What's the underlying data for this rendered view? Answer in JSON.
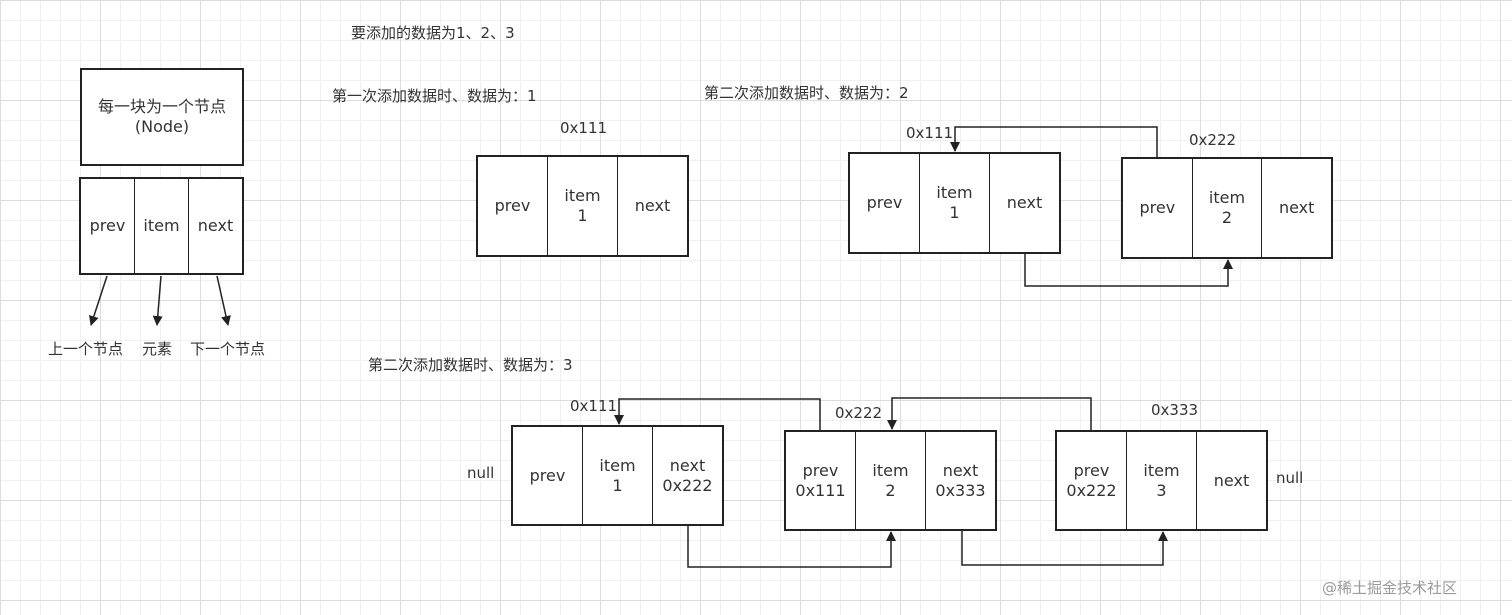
{
  "header": "要添加的数据为1、2、3",
  "legend": {
    "title": "每一块为一个节点\n(Node)",
    "cells": [
      "prev",
      "item",
      "next"
    ],
    "labels": [
      "上一个节点",
      "元素",
      "下一个节点"
    ]
  },
  "step1": {
    "title": "第一次添加数据时、数据为：1",
    "addr": "0x111",
    "cells": [
      "prev",
      "item\n1",
      "next"
    ]
  },
  "step2": {
    "title": "第二次添加数据时、数据为：2",
    "addr1": "0x111",
    "addr2": "0x222",
    "node1": [
      "prev",
      "item\n1",
      "next"
    ],
    "node2": [
      "prev",
      "item\n2",
      "next"
    ]
  },
  "step3": {
    "title": "第二次添加数据时、数据为：3",
    "addr1": "0x111",
    "addr2": "0x222",
    "addr3": "0x333",
    "null_left": "null",
    "null_right": "null",
    "node1": [
      "prev",
      "item\n1",
      "next\n0x222"
    ],
    "node2": [
      "prev\n0x111",
      "item\n2",
      "next\n0x333"
    ],
    "node3": [
      "prev\n0x222",
      "item\n3",
      "next"
    ]
  },
  "watermark": "@稀土掘金技术社区"
}
